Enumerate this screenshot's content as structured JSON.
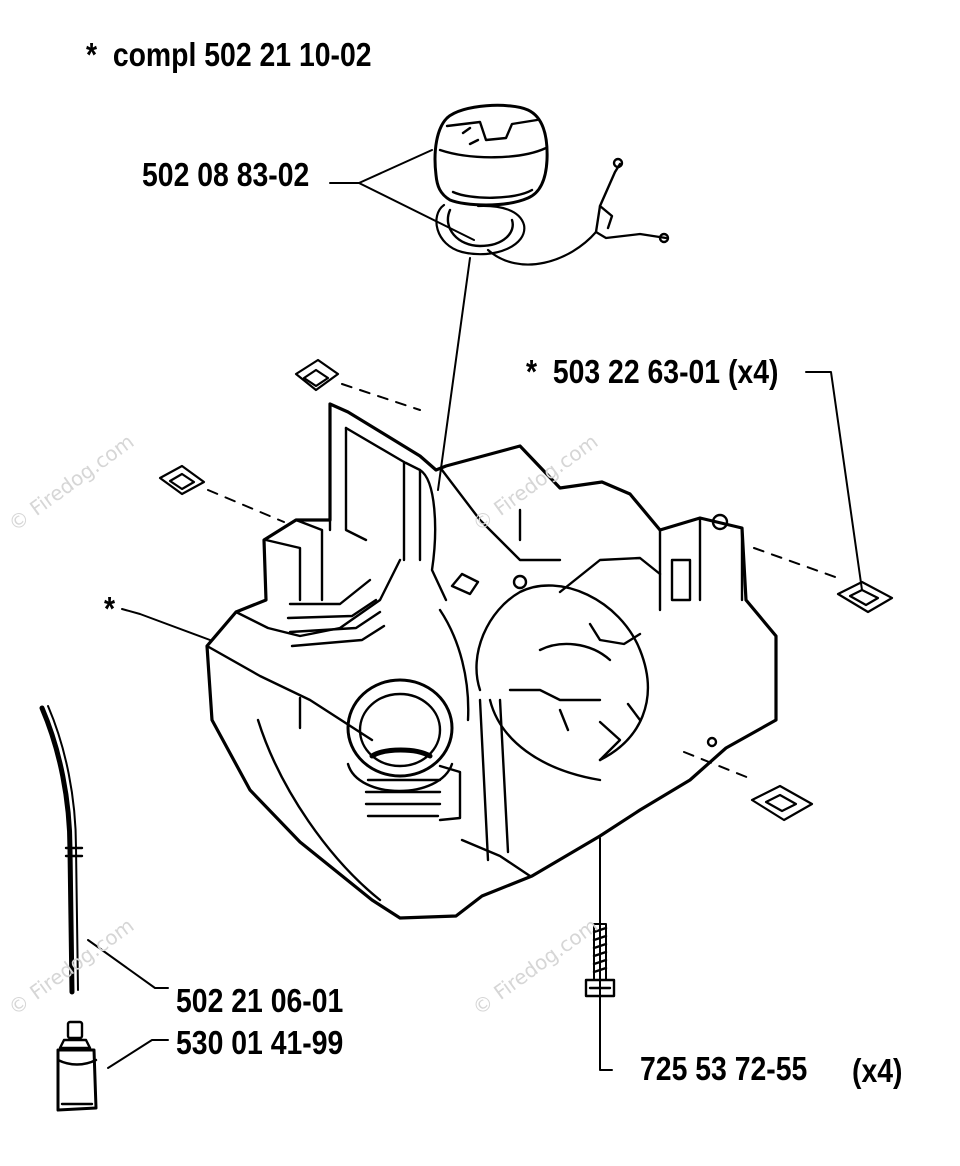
{
  "labels": {
    "compl": "*  compl 502 21 10-02",
    "cap": "502 08 83-02",
    "nut": "*  503 22 63-01 (x4)",
    "tank_star": "*",
    "hose": "502 21 06-01",
    "filter": "530 01 41-99",
    "screw_part": "725 53 72-55",
    "screw_qty": "(x4)"
  },
  "watermark": "© Firedog.com",
  "colors": {
    "ink": "#000000",
    "paper": "#ffffff",
    "watermark": "#d6d6d6"
  }
}
